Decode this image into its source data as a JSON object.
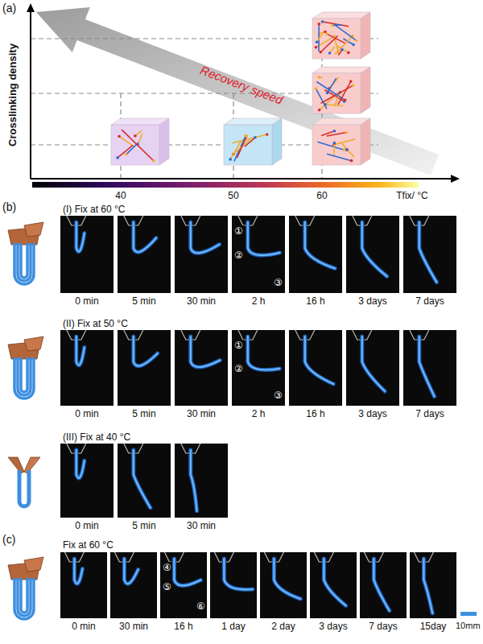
{
  "diagram": {
    "labels": [
      "(a)",
      "Crosslinking density",
      "Recovery speed",
      "40",
      "50",
      "60",
      "Tfix/ °C",
      "(b)",
      "(I) Fix at 60 °C",
      "0 min",
      "5 min",
      "30 min",
      "2 h",
      "16 h",
      "3 days",
      "7 days",
      "①",
      "②",
      "③",
      "(II) Fix at 50 °C",
      "0 min",
      "5 min",
      "30 min",
      "2 h",
      "16 h",
      "3 days",
      "7 days",
      "①",
      "②",
      "③",
      "(III) Fix at 40 °C",
      "0 min",
      "5 min",
      "30 min",
      "(c)",
      "Fix at 60 °C",
      "0 min",
      "30 min",
      "16 h",
      "1 day",
      "2 day",
      "3 days",
      "7 days",
      "15day",
      "④",
      "⑤",
      "⑥",
      "10mm"
    ]
  }
}
